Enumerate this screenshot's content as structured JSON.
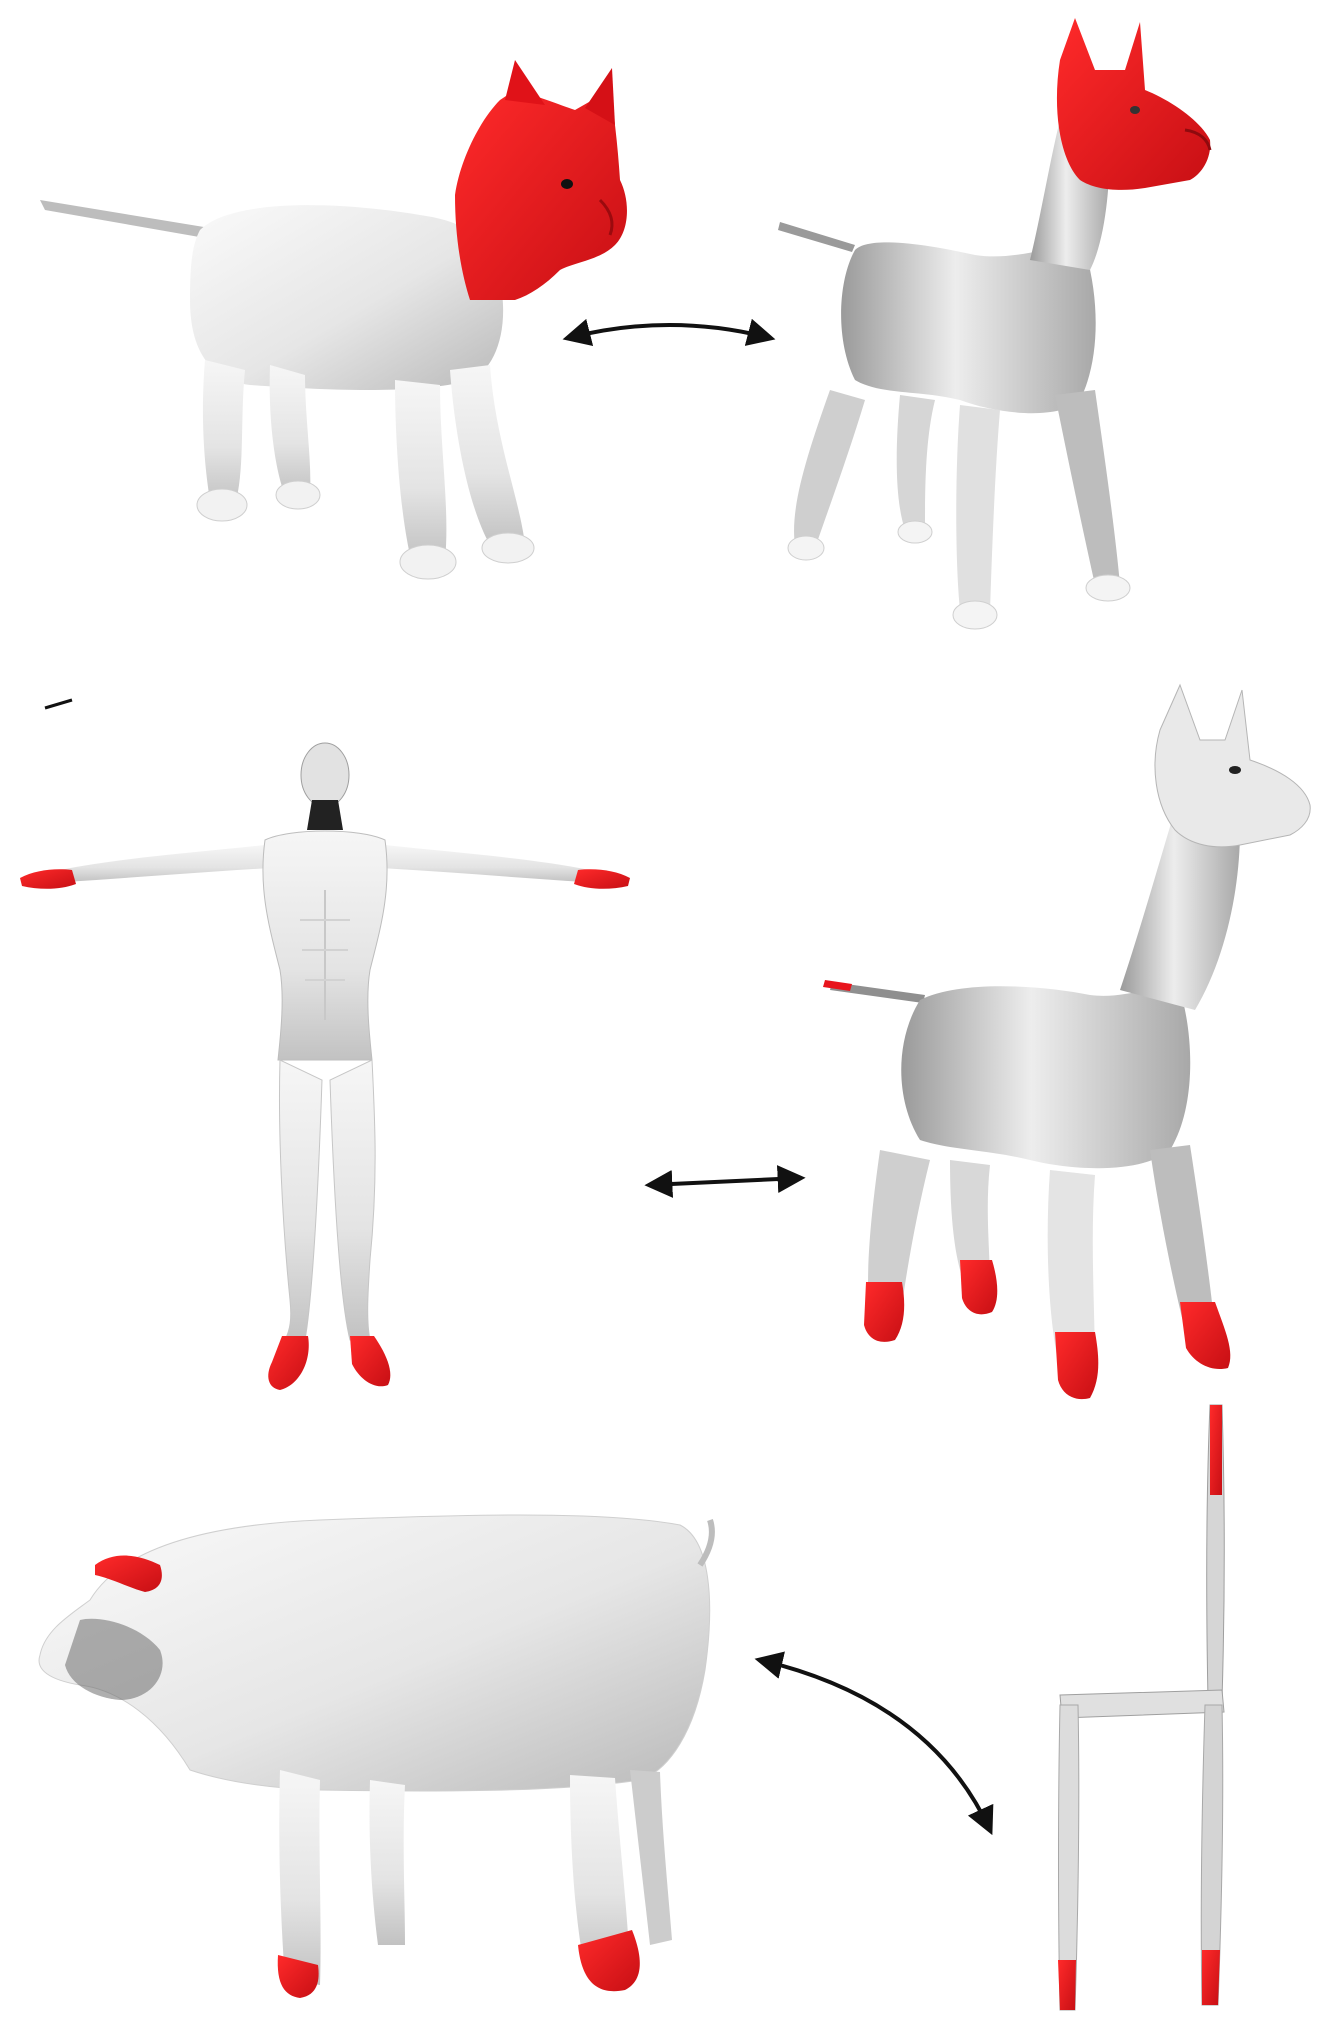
{
  "figure": {
    "rows": [
      {
        "left_shape": "cat",
        "right_shape": "dog",
        "highlighted_region": "head",
        "arrow": "curved-double-arrow"
      },
      {
        "left_shape": "human",
        "right_shape": "dog",
        "highlighted_region": "hands-and-feet",
        "arrow": "straight-double-arrow"
      },
      {
        "left_shape": "pig",
        "right_shape": "chair",
        "highlighted_region": "ears-hooves-legs",
        "arrow": "curved-double-arrow"
      }
    ],
    "colors": {
      "highlight": "#e8141c",
      "mesh_light": "#f4f4f4",
      "mesh_mid": "#c9c9c9",
      "mesh_dark": "#7a7a7a",
      "arrow": "#111111"
    }
  }
}
